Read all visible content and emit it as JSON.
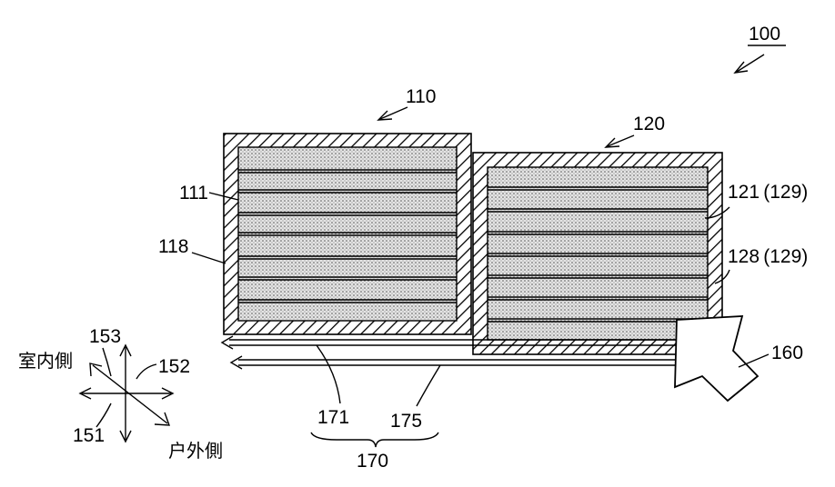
{
  "figure_label": "100",
  "units": [
    {
      "ref": "110"
    },
    {
      "ref": "120"
    }
  ],
  "labels": {
    "l111": "111",
    "l118": "118",
    "l121": "121 (129)",
    "l128": "128 (129)",
    "l160": "160",
    "l171": "171",
    "l175": "175",
    "l170": "170",
    "l151": "151",
    "l152": "152",
    "l153": "153"
  },
  "directions": {
    "indoor": "室内側",
    "outdoor": "户外側"
  },
  "colors": {
    "ink": "#000000",
    "dot_fill": "#d8d8d8",
    "paper": "#ffffff"
  },
  "icons": {
    "airflow": "hollow-arrow-icon",
    "compass": "direction-cross-icon"
  }
}
